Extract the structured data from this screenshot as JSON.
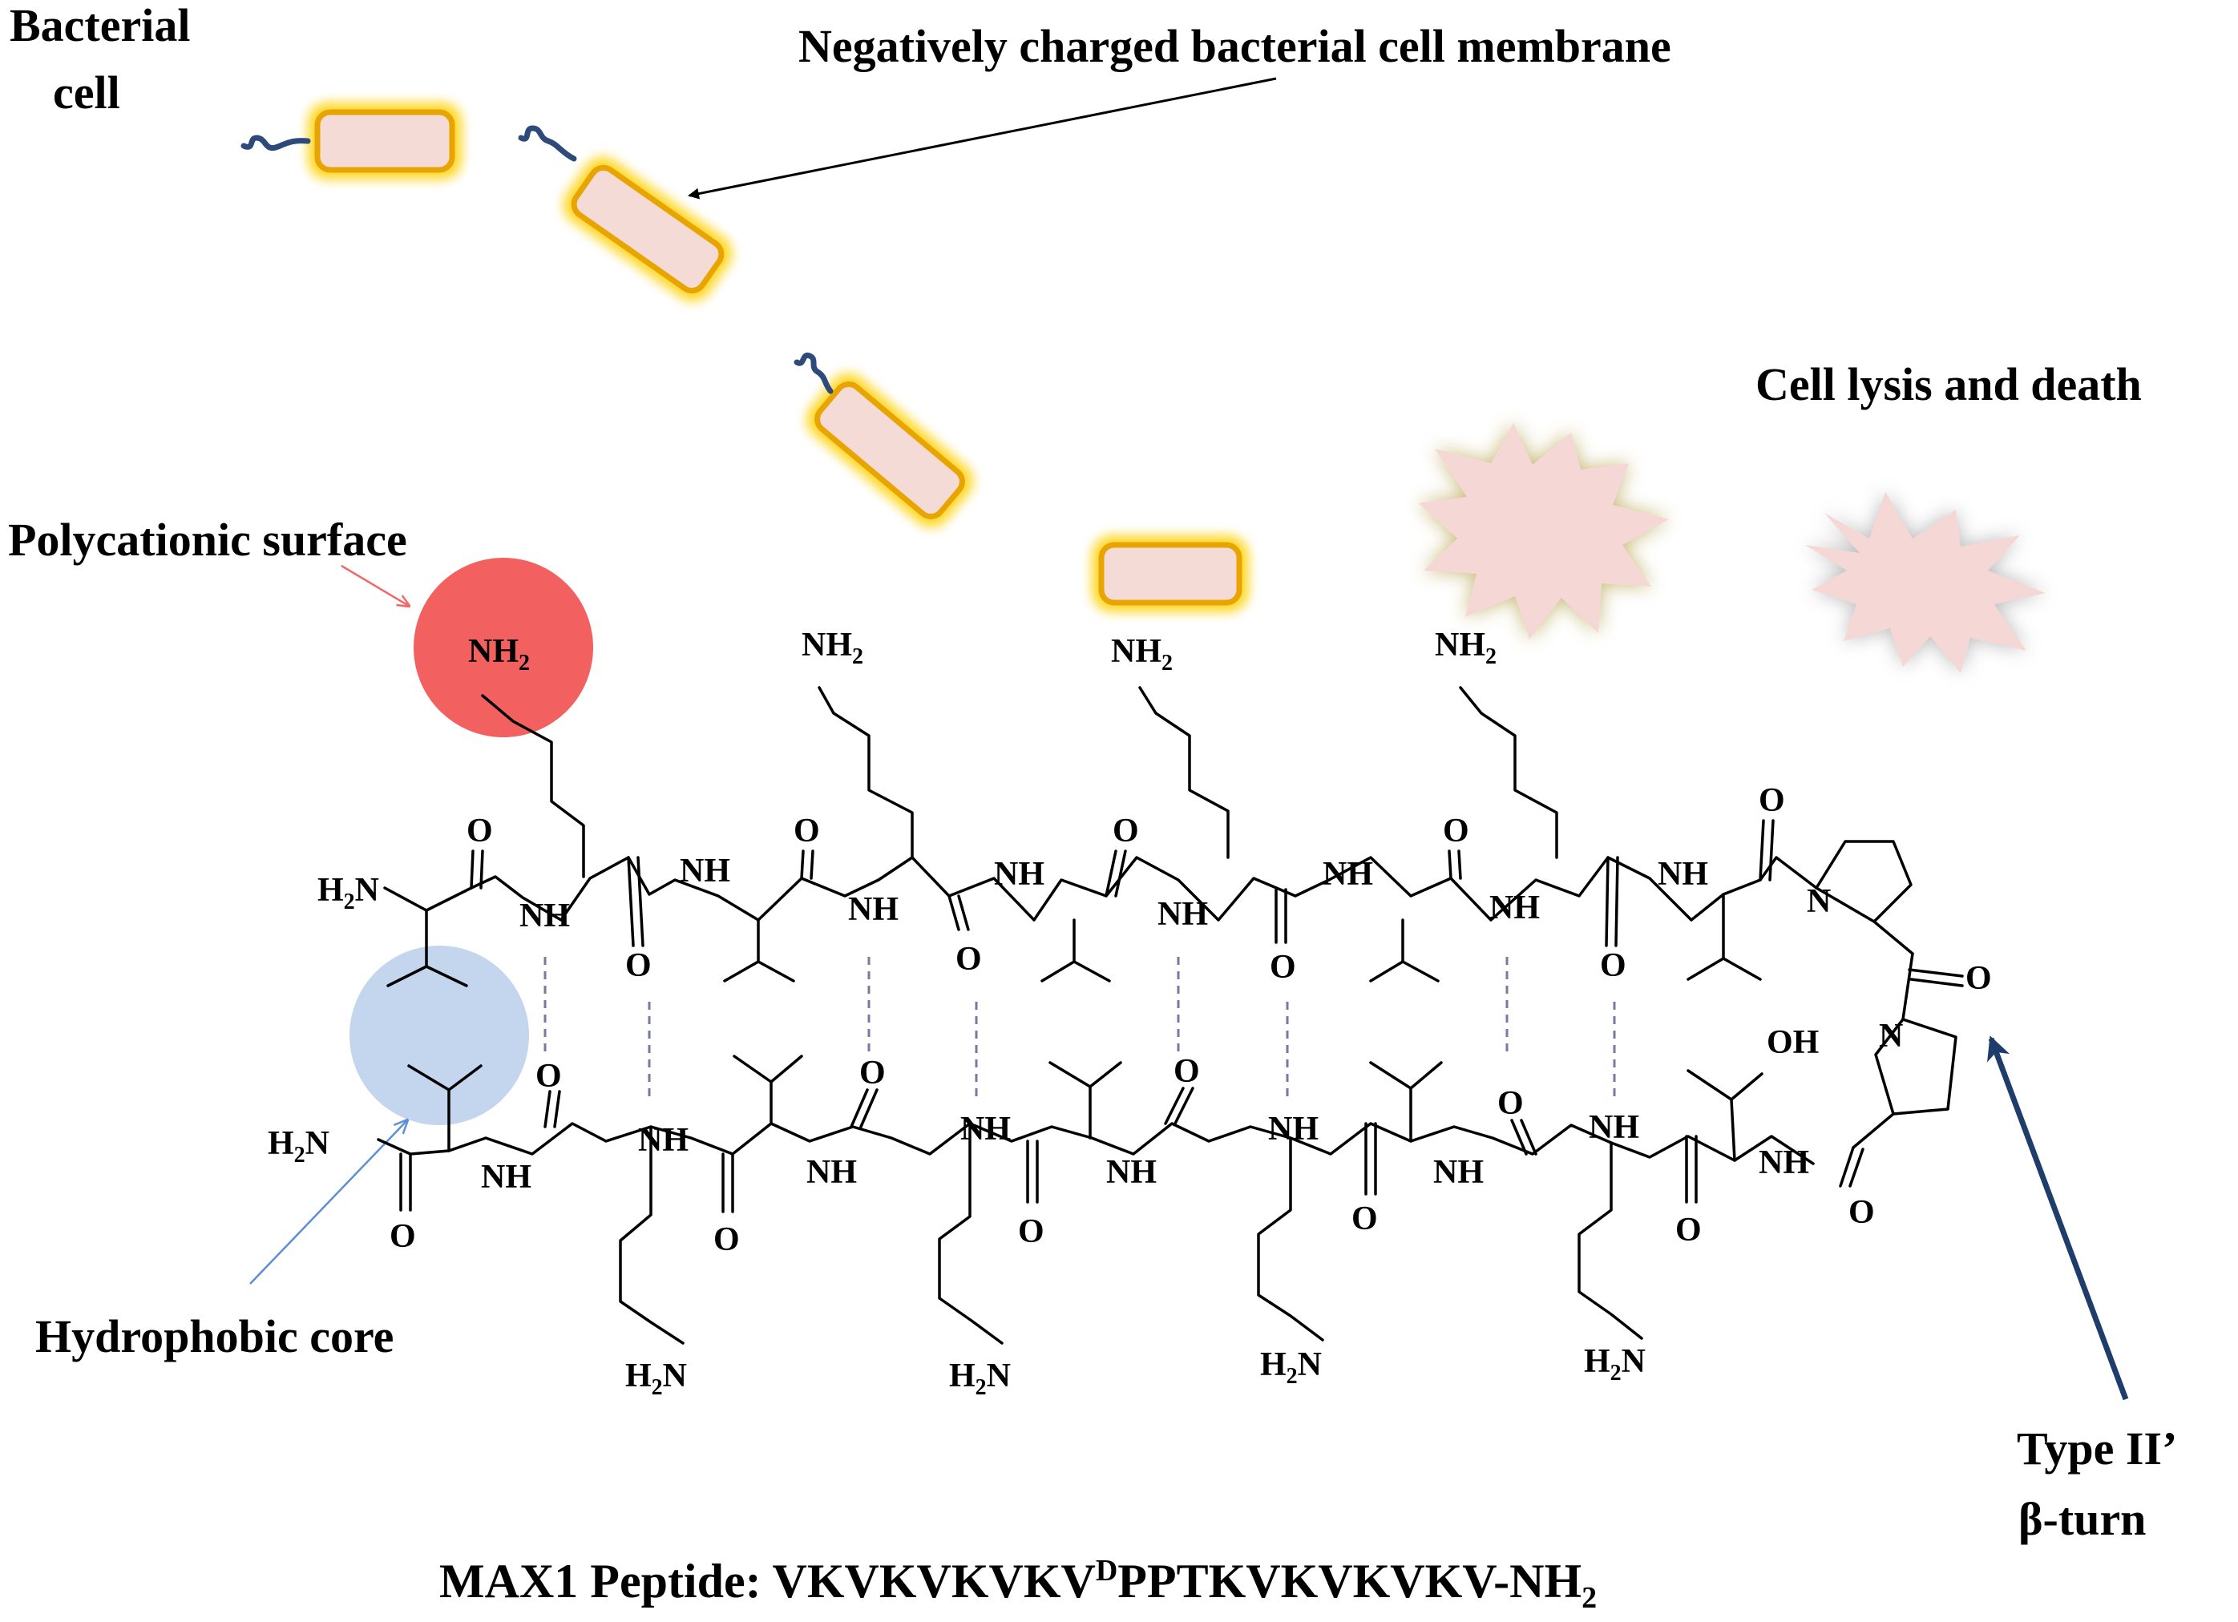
{
  "labels": {
    "bacterial_cell_1": "Bacterial",
    "bacterial_cell_2": "cell",
    "membrane": "Negatively charged bacterial cell membrane",
    "lysis": "Cell lysis and death",
    "polycationic": "Polycationic surface",
    "hydrophobic": "Hydrophobic core",
    "turn_1": "Type II’",
    "turn_2": "β-turn"
  },
  "caption": {
    "prefix": "MAX1 Peptide: VKVKVKVKV",
    "superscript": "D",
    "middle": "PPTKVKVKVKV-NH",
    "subscript": "2"
  },
  "chem": {
    "nh2": "NH",
    "h2n": "H",
    "n_sub": "N",
    "two": "2",
    "nh": "NH",
    "o": "O",
    "n": "N",
    "oh": "OH"
  },
  "colors": {
    "cell_fill": "#f5dbd6",
    "cell_border": "#e8a400",
    "cell_glow": "#ffd000",
    "flagellum": "#2e4a7a",
    "lysed_glow_1": "#b3a24a",
    "lysed_glow_2": "#a9a9a9",
    "polycationic": "#f26060",
    "hydrophobic": "#c4d5ee",
    "arrow_red": "#f06868",
    "arrow_blue": "#5c8fd6",
    "arrow_dark": "#1f3d6b",
    "hbond": "#7878a0"
  }
}
